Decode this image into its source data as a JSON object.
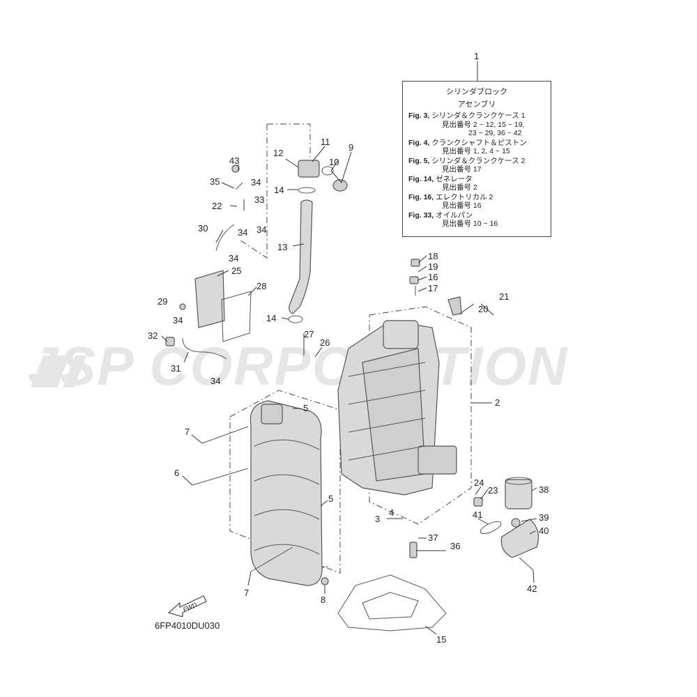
{
  "watermark": "JSP CORPORATION",
  "diagram_code": "6FP4010DU030",
  "fwd_label": "FWD",
  "reference_box": {
    "callout": "1",
    "title_line1": "シリンダブロック",
    "title_line2": "アセンブリ",
    "entries": [
      {
        "fig": "Fig. 3,",
        "name": "シリンダ＆クランクケース 1",
        "refs": [
          "見出番号 2 ~ 12, 15 ~ 19,",
          "23 ~ 29, 36 ~ 42"
        ]
      },
      {
        "fig": "Fig. 4,",
        "name": "クランクシャフト＆ピストン",
        "refs": [
          "見出番号 1, 2, 4 ~ 15"
        ]
      },
      {
        "fig": "Fig. 5,",
        "name": "シリンダ＆クランクケース 2",
        "refs": [
          "見出番号 17"
        ]
      },
      {
        "fig": "Fig. 14,",
        "name": "ゼネレータ",
        "refs": [
          "見出番号 2"
        ]
      },
      {
        "fig": "Fig. 16,",
        "name": "エレクトリカル 2",
        "refs": [
          "見出番号 16"
        ]
      },
      {
        "fig": "Fig. 33,",
        "name": "オイルパン",
        "refs": [
          "見出番号 10 ~ 16"
        ]
      }
    ]
  },
  "callouts": [
    "2",
    "3",
    "4",
    "5",
    "5",
    "6",
    "7",
    "7",
    "8",
    "9",
    "10",
    "11",
    "12",
    "13",
    "14",
    "14",
    "15",
    "16",
    "17",
    "18",
    "19",
    "20",
    "21",
    "22",
    "23",
    "24",
    "25",
    "26",
    "27",
    "28",
    "29",
    "30",
    "31",
    "32",
    "33",
    "34",
    "34",
    "34",
    "34",
    "34",
    "34",
    "35",
    "36",
    "37",
    "38",
    "39",
    "40",
    "41",
    "42",
    "43"
  ]
}
